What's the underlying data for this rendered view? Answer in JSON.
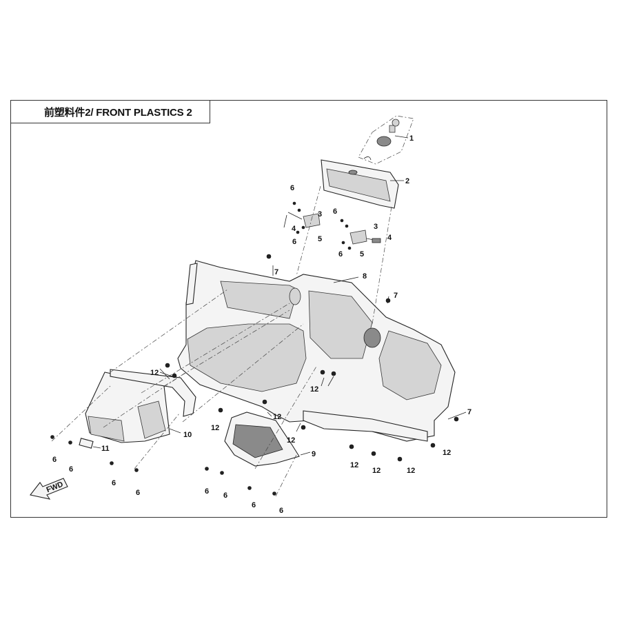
{
  "title": "前塑料件2/ FRONT PLASTICS 2",
  "fwd_label": "FWD",
  "callouts": [
    "1",
    "2",
    "3",
    "4",
    "5",
    "6",
    "7",
    "8",
    "9",
    "10",
    "11",
    "12"
  ]
}
